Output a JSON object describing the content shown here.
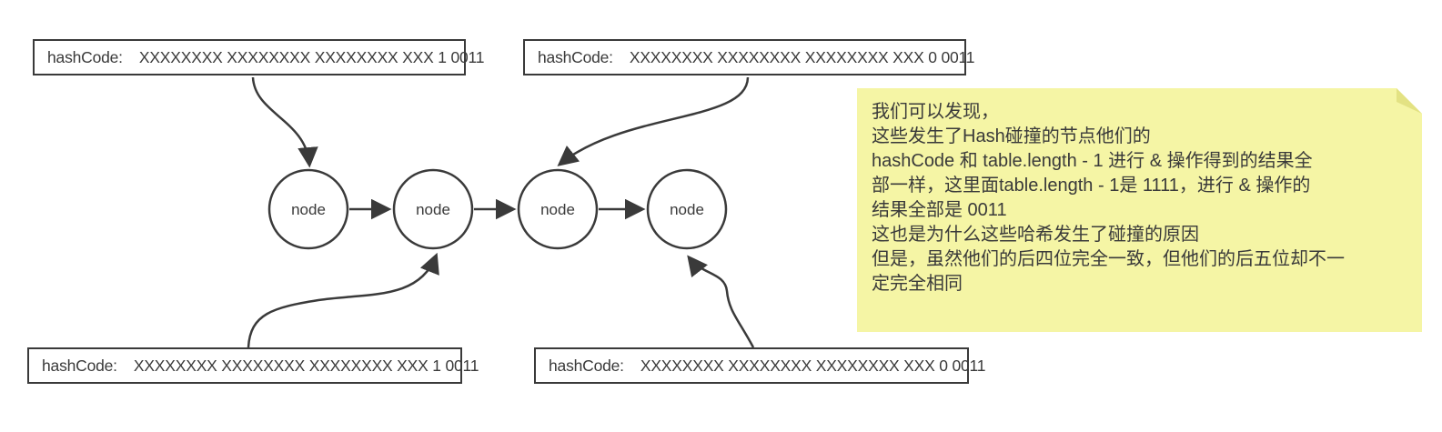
{
  "colors": {
    "stroke": "#3a3a3a",
    "text": "#3a3a3a",
    "box_fill": "#ffffff",
    "note_bg": "#f5f5a5",
    "note_fold": "#e3e283",
    "page_bg": "#ffffff"
  },
  "boxes": {
    "top_left": {
      "label": "hashCode:",
      "value": "XXXXXXXX XXXXXXXX XXXXXXXX XXX 1 0011"
    },
    "top_right": {
      "label": "hashCode:",
      "value": "XXXXXXXX XXXXXXXX XXXXXXXX XXX 0 0011"
    },
    "bottom_left": {
      "label": "hashCode:",
      "value": "XXXXXXXX XXXXXXXX XXXXXXXX XXX 1 0011"
    },
    "bottom_right": {
      "label": "hashCode:",
      "value": "XXXXXXXX XXXXXXXX XXXXXXXX XXX 0 0011"
    }
  },
  "nodes": [
    {
      "label": "node"
    },
    {
      "label": "node"
    },
    {
      "label": "node"
    },
    {
      "label": "node"
    }
  ],
  "note": {
    "lines": [
      "我们可以发现，",
      "这些发生了Hash碰撞的节点他们的",
      "hashCode 和 table.length - 1 进行 & 操作得到的结果全",
      "部一样，这里面table.length - 1是 1111，进行 & 操作的",
      "结果全部是 0011",
      "这也是为什么这些哈希发生了碰撞的原因",
      "但是，虽然他们的后四位完全一致，但他们的后五位却不一",
      "定完全相同"
    ]
  }
}
